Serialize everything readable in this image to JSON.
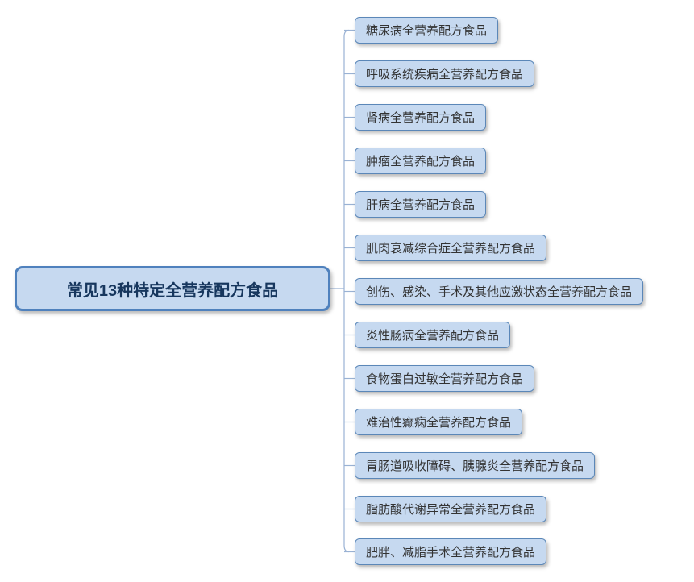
{
  "root": {
    "label": "常见13种特定全营养配方食品"
  },
  "branches": [
    {
      "label": "糖尿病全营养配方食品"
    },
    {
      "label": "呼吸系统疾病全营养配方食品"
    },
    {
      "label": "肾病全营养配方食品"
    },
    {
      "label": "肿瘤全营养配方食品"
    },
    {
      "label": "肝病全营养配方食品"
    },
    {
      "label": "肌肉衰减综合症全营养配方食品"
    },
    {
      "label": "创伤、感染、手术及其他应激状态全营养配方食品"
    },
    {
      "label": "炎性肠病全营养配方食品"
    },
    {
      "label": "食物蛋白过敏全营养配方食品"
    },
    {
      "label": "难治性癫痫全营养配方食品"
    },
    {
      "label": "胃肠道吸收障碍、胰腺炎全营养配方食品"
    },
    {
      "label": "脂肪酸代谢异常全营养配方食品"
    },
    {
      "label": "肥胖、减脂手术全营养配方食品"
    }
  ],
  "colors": {
    "node_fill": "#c6d9f0",
    "node_border": "#5b87b8",
    "root_border": "#4f81bd",
    "root_text": "#17375e",
    "branch_text": "#333333",
    "connector": "#9ab2d4"
  }
}
